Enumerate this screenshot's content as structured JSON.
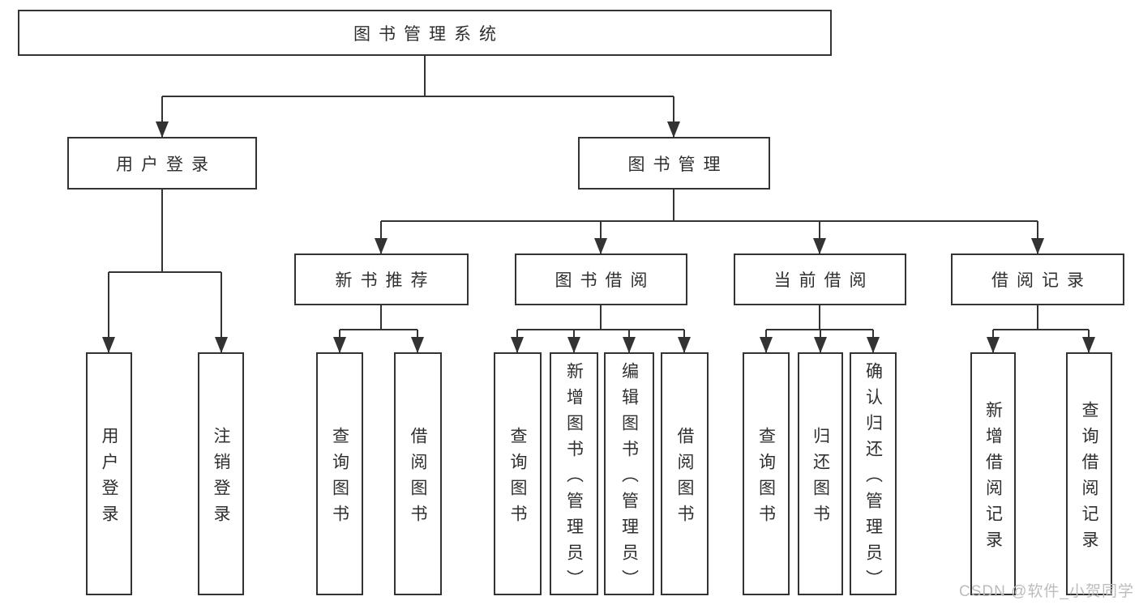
{
  "diagram": {
    "type": "hierarchy-tree",
    "root": {
      "label": "图书管理系统",
      "children": [
        {
          "label": "用户登录",
          "children": [
            {
              "label": "用户登录"
            },
            {
              "label": "注销登录"
            }
          ]
        },
        {
          "label": "图书管理",
          "children": [
            {
              "label": "新书推荐",
              "children": [
                {
                  "label": "查询图书"
                },
                {
                  "label": "借阅图书"
                }
              ]
            },
            {
              "label": "图书借阅",
              "children": [
                {
                  "label": "查询图书"
                },
                {
                  "label": "新增图书（管理员）"
                },
                {
                  "label": "编辑图书（管理员）"
                },
                {
                  "label": "借阅图书"
                }
              ]
            },
            {
              "label": "当前借阅",
              "children": [
                {
                  "label": "查询图书"
                },
                {
                  "label": "归还图书"
                },
                {
                  "label": "确认归还（管理员）"
                }
              ]
            },
            {
              "label": "借阅记录",
              "children": [
                {
                  "label": "新增借阅记录"
                },
                {
                  "label": "查询借阅记录"
                }
              ]
            }
          ]
        }
      ]
    }
  },
  "watermark": {
    "text": "CSDN @软件_小贺同学"
  },
  "colors": {
    "line": "#333333",
    "text": "#2f2f2f",
    "background": "#ffffff",
    "watermark": "#bcbcbc"
  }
}
